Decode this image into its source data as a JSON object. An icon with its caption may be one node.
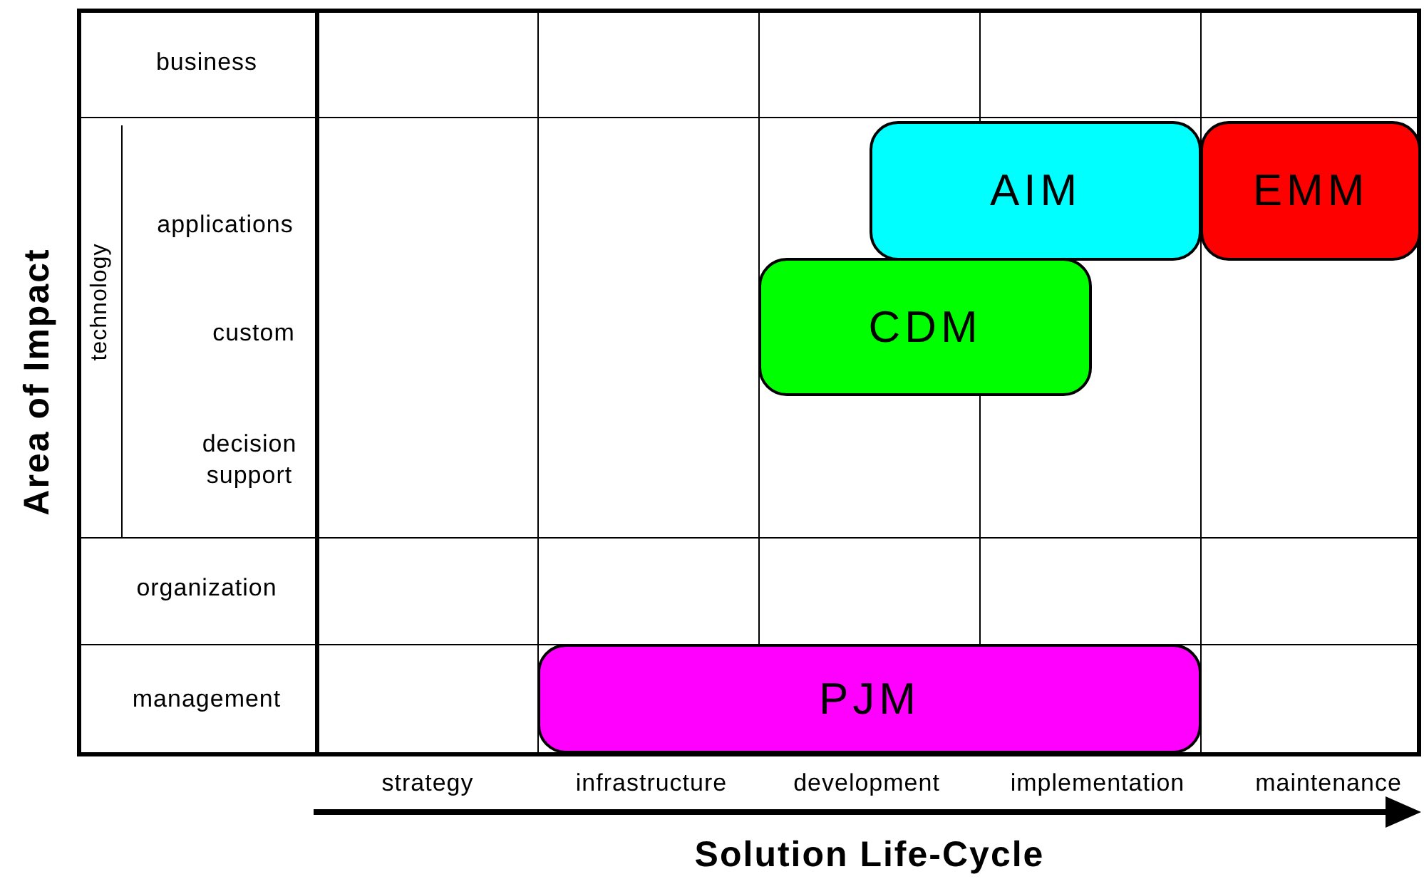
{
  "diagram": {
    "nodes": [
      {
        "text": [
          "AIM"
        ]
      },
      {
        "text": [
          "EMM"
        ]
      },
      {
        "text": [
          "CDM"
        ]
      },
      {
        "text": [
          "PJM"
        ]
      }
    ],
    "labels": [
      "Area of Impact",
      "business",
      "technology",
      "applications",
      "custom",
      "decision support",
      "organization",
      "management",
      "strategy",
      "infrastructure",
      "development",
      "implementation",
      "maintenance",
      "Solution Life-Cycle"
    ]
  }
}
